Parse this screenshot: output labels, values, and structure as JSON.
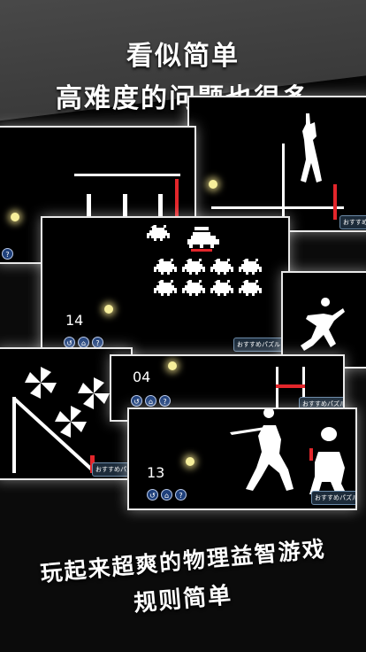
{
  "headline_top": {
    "line1": "看似简单",
    "line2": "高难度的问题也很多"
  },
  "headline_bottom": {
    "line1": "玩起来超爽的物理益智游戏",
    "line2": "规则简单"
  },
  "level_numbers": {
    "card_invaders": "14",
    "card_hurdles": "04",
    "card_batter": "13"
  },
  "recommend_tag": "おすすめパズル",
  "controls": {
    "retry": "↺",
    "home": "⌂",
    "help": "?"
  },
  "colors": {
    "accent_red": "#e3262b",
    "ball": "#f6ee9a",
    "button_blue": "#1e3f7a"
  }
}
